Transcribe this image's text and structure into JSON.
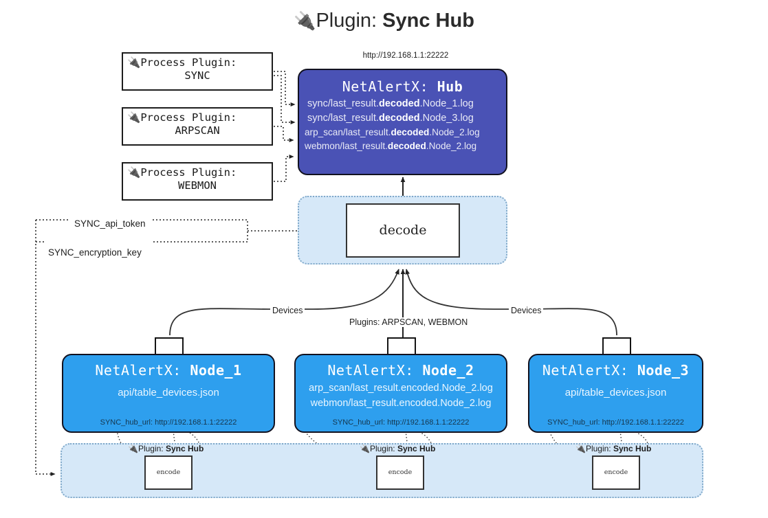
{
  "header": {
    "icon": "plug-icon",
    "prefix": "Plugin: ",
    "name": "Sync Hub"
  },
  "hub": {
    "url": "http://192.168.1.1:22222",
    "title_prefix": "NetAlertX: ",
    "title_name": "Hub",
    "fill": "#4a52b5",
    "log_lines": [
      {
        "pre": "sync/last_result.",
        "em": "decoded",
        "post": ".Node_1.log"
      },
      {
        "pre": "sync/last_result.",
        "em": "decoded",
        "post": ".Node_3.log"
      },
      {
        "pre": "arp_scan/last_result.",
        "em": "decoded",
        "post": ".Node_2.log"
      },
      {
        "pre": "webmon/last_result.",
        "em": "decoded",
        "post": ".Node_2.log"
      }
    ]
  },
  "process_plugins": [
    {
      "icon": "plug-icon",
      "label": "Process Plugin:",
      "name": "SYNC"
    },
    {
      "icon": "plug-icon",
      "label": "Process Plugin:",
      "name": "ARPSCAN"
    },
    {
      "icon": "plug-icon",
      "label": "Process Plugin:",
      "name": "WEBMON"
    }
  ],
  "decode": {
    "label": "decode"
  },
  "settings": {
    "api_token": "SYNC_api_token",
    "encryption_key": "SYNC_encryption_key"
  },
  "edge_labels": {
    "devices_left": "Devices",
    "devices_right": "Devices",
    "plugins_center": "Plugins: ARPSCAN, WEBMON"
  },
  "nodes": [
    {
      "title_prefix": "NetAlertX: ",
      "title_name": "Node_1",
      "icon": "envelope-icon",
      "lines": [
        "api/table_devices.json"
      ],
      "hub_url": "SYNC_hub_url: http://192.168.1.1:22222",
      "fill": "#2e9fee"
    },
    {
      "title_prefix": "NetAlertX: ",
      "title_name": "Node_2",
      "icon": "envelope-icon",
      "lines": [
        "arp_scan/last_result.encoded.Node_2.log",
        "webmon/last_result.encoded.Node_2.log"
      ],
      "hub_url": "SYNC_hub_url: http://192.168.1.1:22222",
      "fill": "#2e9fee"
    },
    {
      "title_prefix": "NetAlertX: ",
      "title_name": "Node_3",
      "icon": "envelope-icon",
      "lines": [
        "api/table_devices.json"
      ],
      "hub_url": "SYNC_hub_url: http://192.168.1.1:22222",
      "fill": "#2e9fee"
    }
  ],
  "encoders": [
    {
      "plugin_prefix": "Plugin: ",
      "plugin_name": "Sync Hub",
      "label": "encode",
      "icon": "plug-icon"
    },
    {
      "plugin_prefix": "Plugin: ",
      "plugin_name": "Sync Hub",
      "label": "encode",
      "icon": "plug-icon"
    },
    {
      "plugin_prefix": "Plugin: ",
      "plugin_name": "Sync Hub",
      "label": "encode",
      "icon": "plug-icon"
    }
  ],
  "colors": {
    "hub_fill": "#4a52b5",
    "node_fill": "#2e9fee",
    "band_fill": "#d6e8f8",
    "band_border": "#7fa8c9",
    "stroke": "#1d1d1d"
  }
}
